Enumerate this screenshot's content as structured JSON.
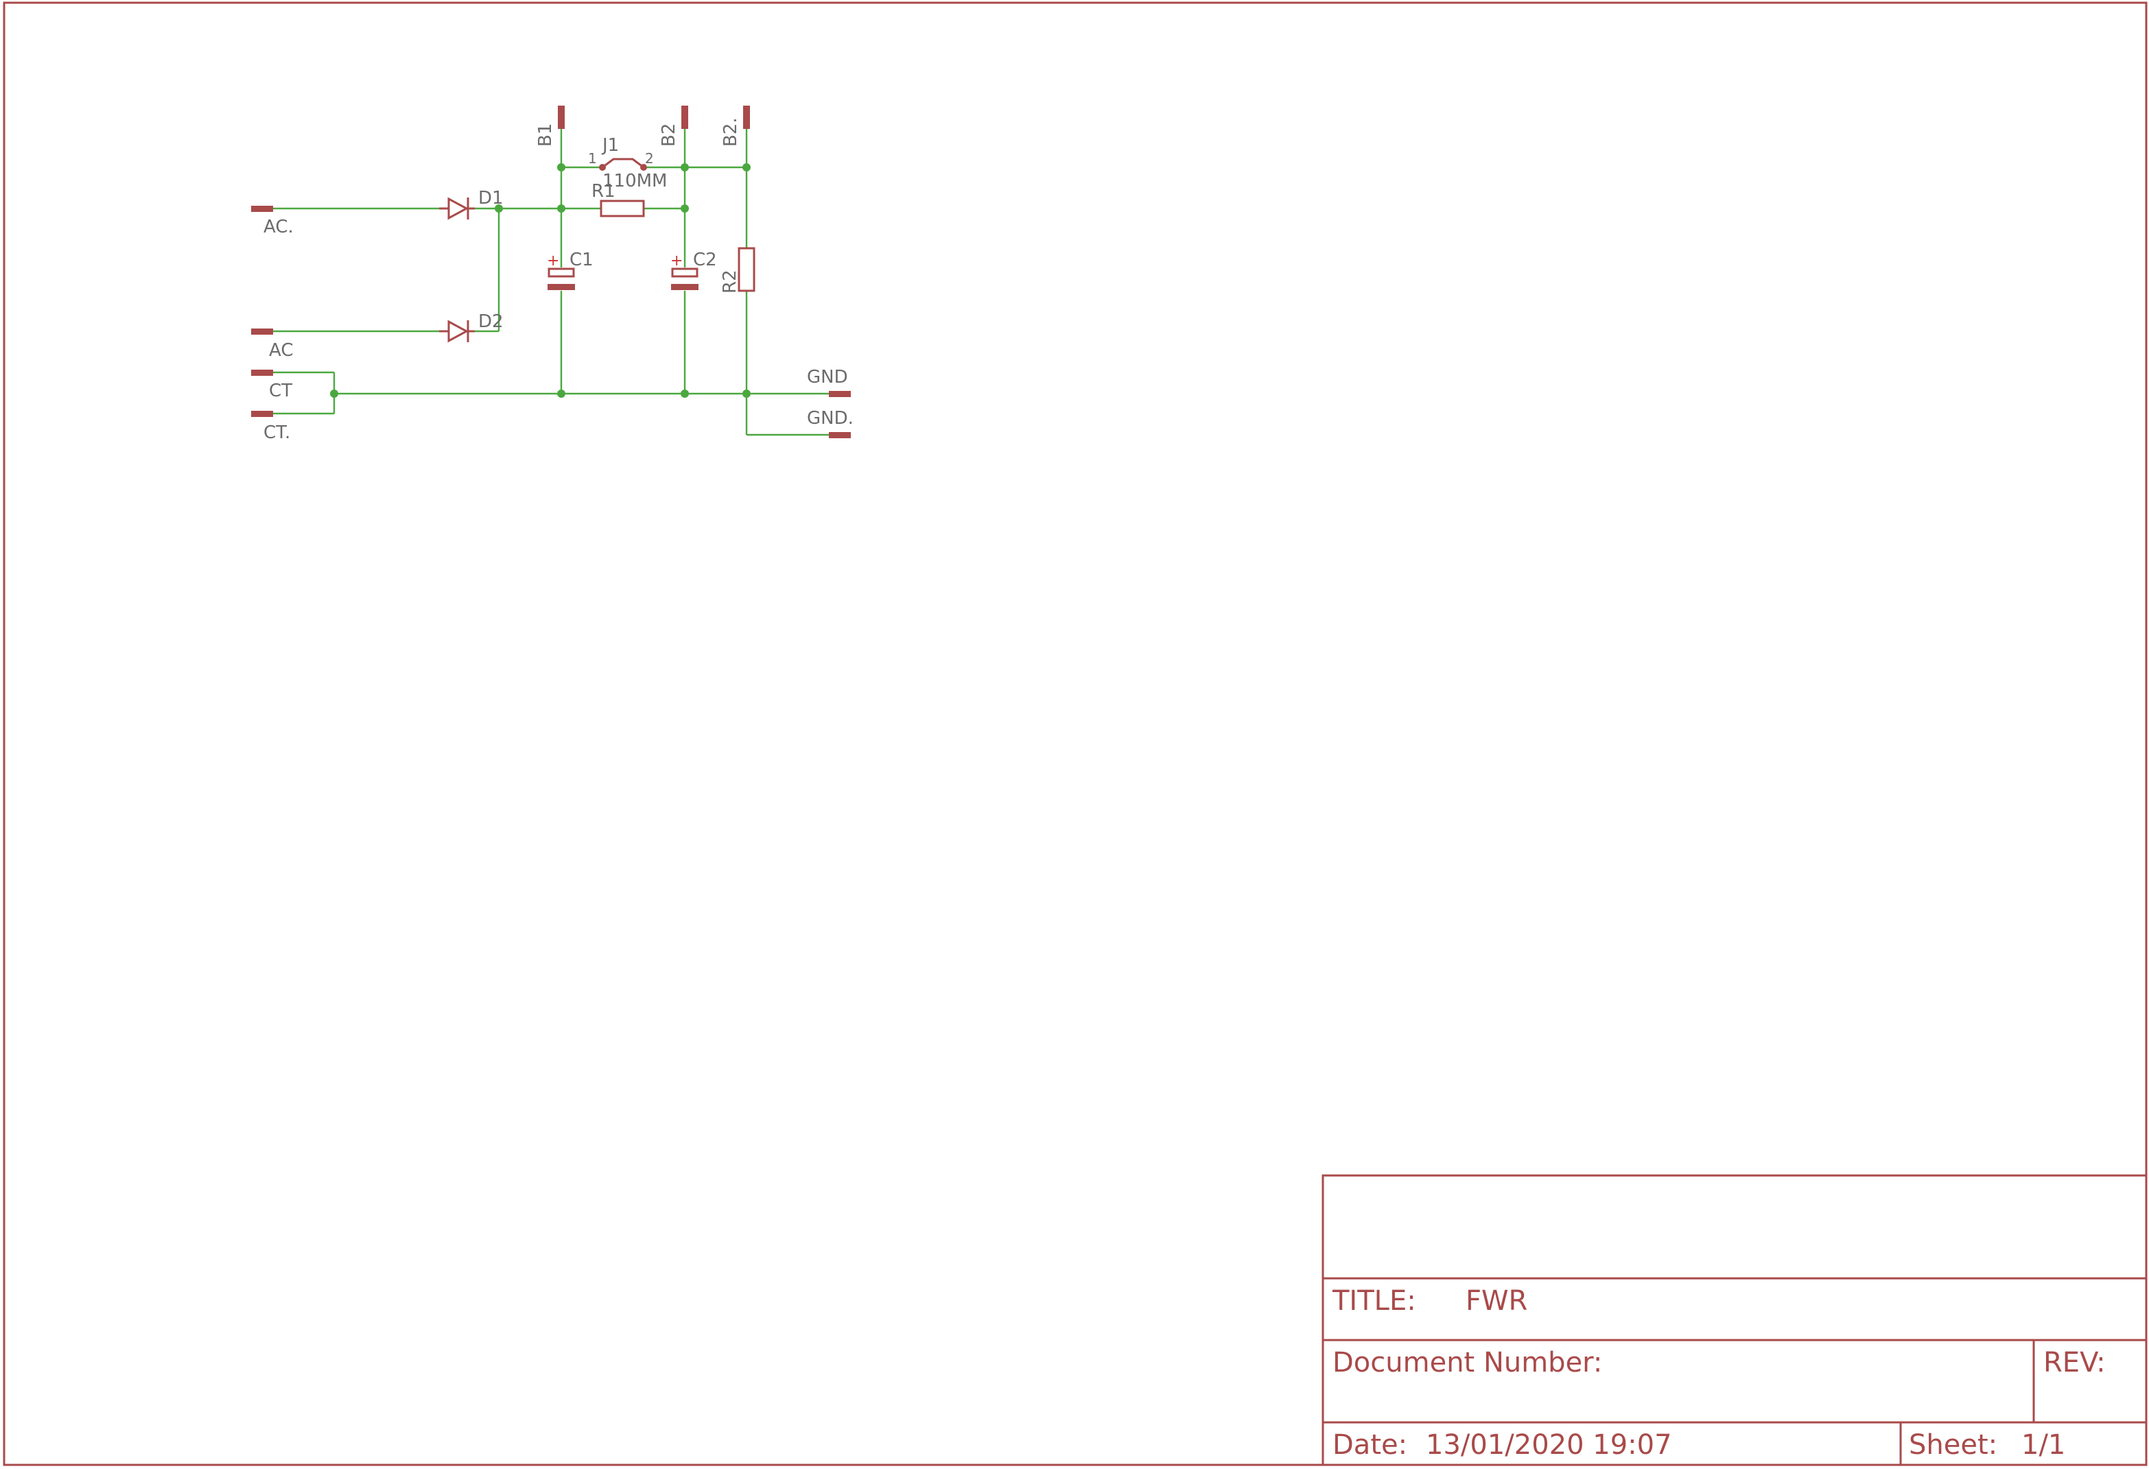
{
  "ports": {
    "ac_dot": "AC.",
    "ac": "AC",
    "ct": "CT",
    "ct_dot": "CT.",
    "b1": "B1",
    "b2": "B2",
    "b2_dot": "B2.",
    "gnd": "GND",
    "gnd_dot": "GND."
  },
  "components": {
    "d1": "D1",
    "d2": "D2",
    "c1": "C1",
    "c2": "C2",
    "r1": "R1",
    "r2": "R2",
    "j1": "J1",
    "j1_value": "110MM",
    "j1_pin1": "1",
    "j1_pin2": "2",
    "c_plus": "+"
  },
  "title_block": {
    "title_label": "TITLE:",
    "title_value": "FWR",
    "doc_label": "Document Number:",
    "rev_label": "REV:",
    "date_label": "Date:",
    "date_value": "13/01/2020 19:07",
    "sheet_label": "Sheet:",
    "sheet_value": "1/1"
  },
  "colors": {
    "wire": "#4aa83f",
    "symbol": "#a94a4a",
    "label": "#6b6b6b"
  }
}
